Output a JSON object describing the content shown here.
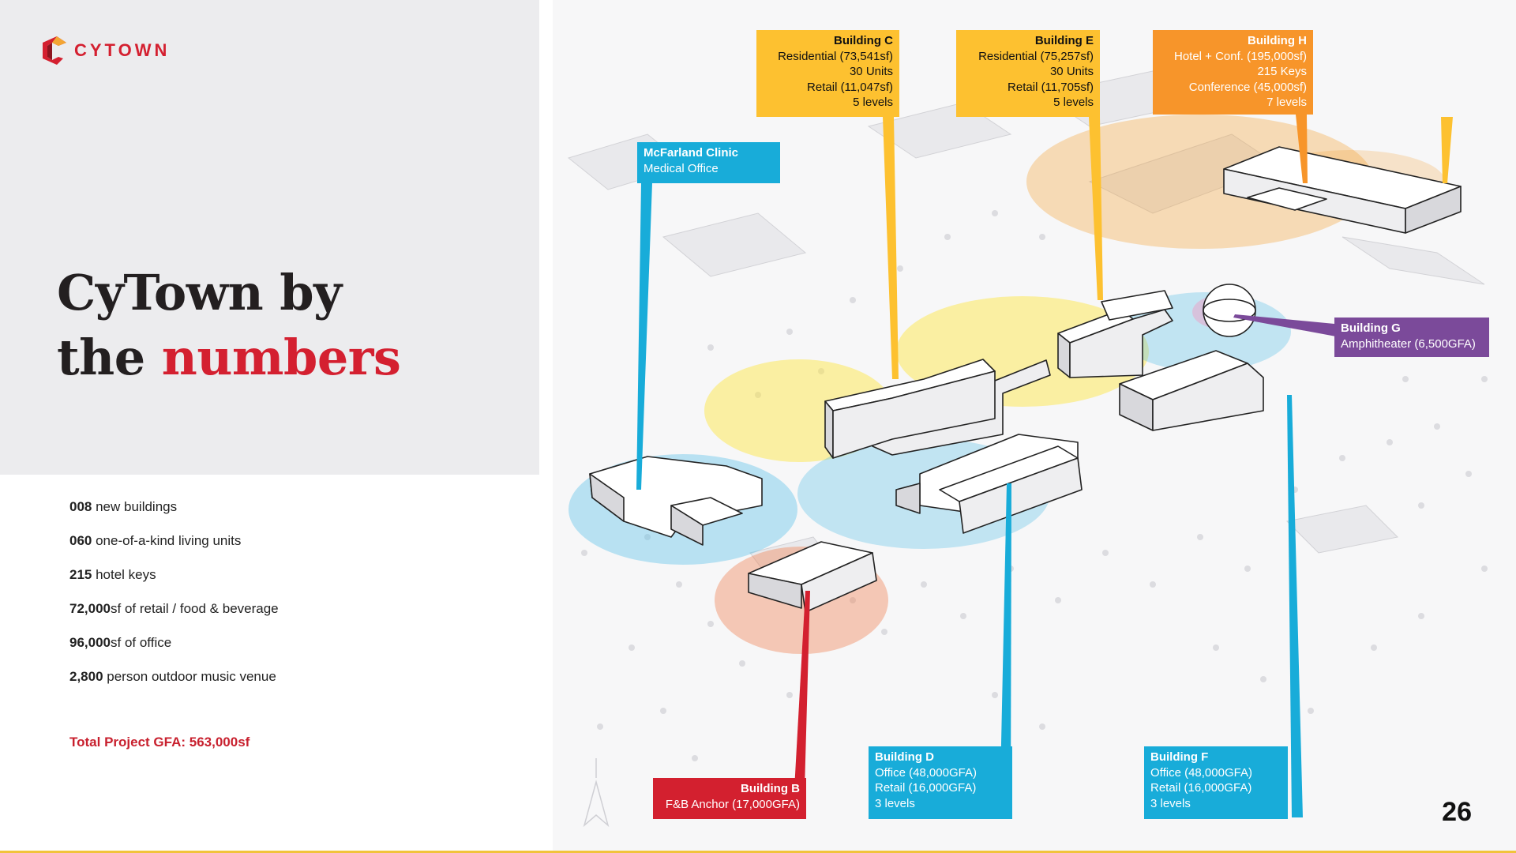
{
  "brand": {
    "name": "CYTOWN",
    "primary_color": "#d42030"
  },
  "title": {
    "line1": "CyTown by",
    "line2_prefix": "the ",
    "line2_accent": "numbers"
  },
  "stats": [
    {
      "value": "008",
      "label": " new buildings"
    },
    {
      "value": "060",
      "label": " one-of-a-kind living units"
    },
    {
      "value": "215",
      "label": " hotel keys"
    },
    {
      "value": "72,000",
      "label": "sf of retail / food & beverage"
    },
    {
      "value": "96,000",
      "label": "sf of office"
    },
    {
      "value": "2,800",
      "label": " person outdoor music venue"
    }
  ],
  "total": "Total Project GFA: 563,000sf",
  "page_number": "26",
  "callouts": {
    "building_c": {
      "lines": [
        "Building C",
        "Residential (73,541sf)",
        "30 Units",
        "Retail (11,047sf)",
        "5 levels"
      ]
    },
    "building_e": {
      "lines": [
        "Building E",
        "Residential (75,257sf)",
        "30 Units",
        "Retail (11,705sf)",
        "5 levels"
      ]
    },
    "building_h": {
      "lines": [
        "Building H",
        "Hotel + Conf. (195,000sf)",
        "215 Keys",
        "Conference (45,000sf)",
        "7 levels"
      ]
    },
    "mcfarland": {
      "lines": [
        "McFarland Clinic",
        "Medical Office"
      ]
    },
    "building_g": {
      "lines": [
        "Building G",
        "Amphitheater (6,500GFA)"
      ]
    },
    "building_b": {
      "lines": [
        "Building B",
        "F&B Anchor (17,000GFA)"
      ]
    },
    "building_d": {
      "lines": [
        "Building D",
        "Office (48,000GFA)",
        "Retail (16,000GFA)",
        "3 levels"
      ]
    },
    "building_f": {
      "lines": [
        "Building F",
        "Office (48,000GFA)",
        "Retail (16,000GFA)",
        "3 levels"
      ]
    }
  },
  "colors": {
    "yellow": "#fdc130",
    "orange": "#f7952a",
    "blue": "#18acd9",
    "purple": "#7b4a9a",
    "red": "#d3202f"
  },
  "icons": [
    "cytown-logo-icon",
    "north-arrow-icon"
  ]
}
